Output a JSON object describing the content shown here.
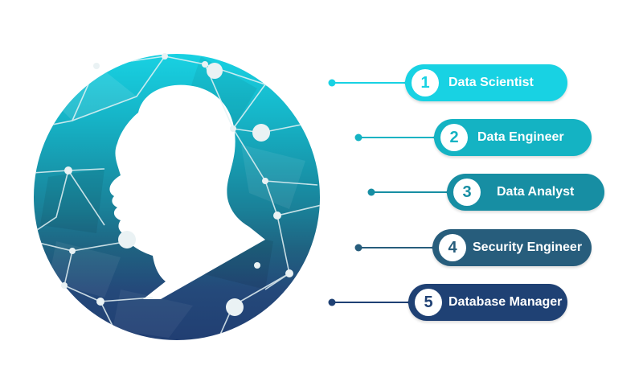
{
  "colors": {
    "background": "#ffffff",
    "head_silhouette": "#ffffff",
    "node": "#e8f0f2",
    "band_colors": [
      "#18d2e3",
      "#16b5c8",
      "#1798ad",
      "#1a7f97",
      "#1f6281",
      "#24497a",
      "#213e72"
    ]
  },
  "items": [
    {
      "number": "1",
      "label": "Data Scientist",
      "color": "#18d2e3"
    },
    {
      "number": "2",
      "label": "Data Engineer",
      "color": "#14b3c3"
    },
    {
      "number": "3",
      "label": "Data Analyst",
      "color": "#178ea3"
    },
    {
      "number": "4",
      "label": "Security Engineer",
      "color": "#275d7c"
    },
    {
      "number": "5",
      "label": "Database Manager",
      "color": "#1f4174"
    }
  ]
}
